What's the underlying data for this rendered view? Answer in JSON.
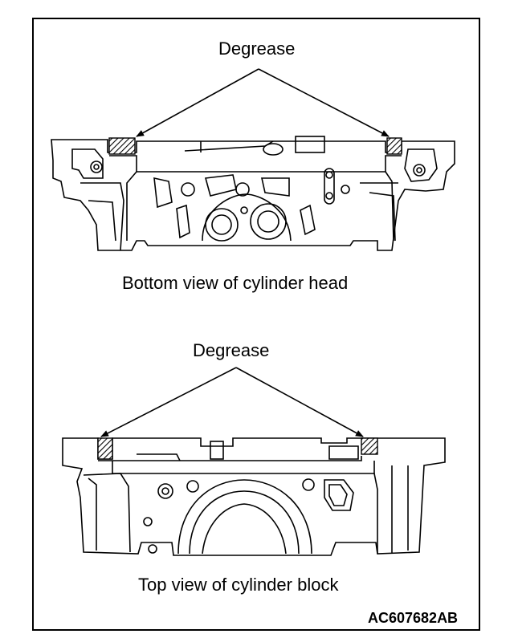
{
  "diagram": {
    "head": {
      "callout": "Degrease",
      "caption": "Bottom view of cylinder head"
    },
    "block": {
      "callout": "Degrease",
      "caption": "Top view of cylinder block"
    },
    "figure_code": "AC607682AB"
  }
}
